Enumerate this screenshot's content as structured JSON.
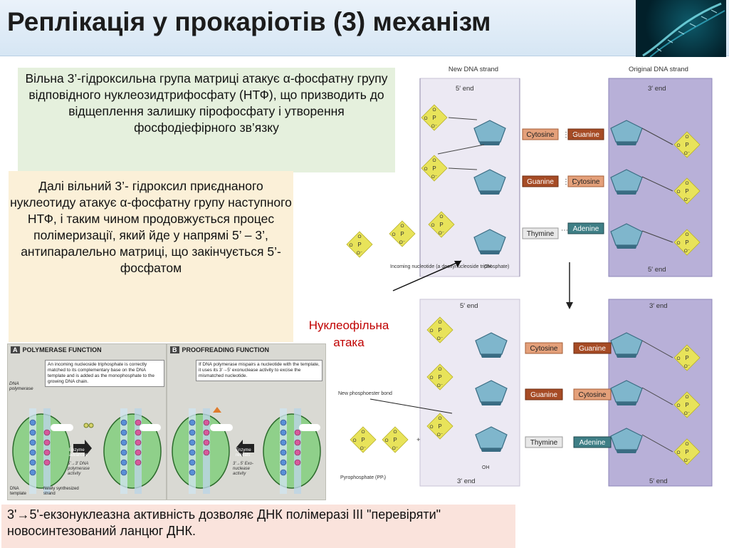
{
  "title": "Реплікація у прокаріотів (3) механізм",
  "text_box_1": "Вільна 3’-гідроксильна група матриці атакує α-фосфатну групу відповідного нуклеозидтрифосфату (НТФ), що призводить до відщеплення залишку пірофосфату і утворення фосфодіефірного зв’язку",
  "text_box_2": "Далі вільний 3’- гідроксил приєднаного нуклеотиду атакує α-фосфатну групу наступного НТФ, і таким чином продовжується процес полімеризації, який йде у напрямі 5’ – 3’, антипаралельно матриці, що закінчується 5’-фосфатом",
  "annotation_nucleophilic": "Нуклеофільна атака",
  "footer": "3'→5'-екзонуклеазна активність дозволяє ДНК полімеразі III \"перевіряти\" новосинтезований ланцюг ДНК.",
  "panels": {
    "a_badge": "A",
    "a_title": "POLYMERASE FUNCTION",
    "a_note": "An incoming nucleoside triphosphate is correctly matched to its complementary base on the DNA template and is added as the monophosphate to the growing DNA chain.",
    "a_polymerase": "DNA polymerase",
    "a_enzyme": "Enzyme advances",
    "a_activity": "5'→3' DNA polymerase activity",
    "a_template": "DNA template",
    "a_newstrand": "Newly synthesized strand",
    "b_badge": "B",
    "b_title": "PROOFREADING FUNCTION",
    "b_note": "If DNA polymerase mispairs a nucleotide with the template, it uses its 3'→5' exonuclease activity to excise the mismatched nucleotide.",
    "b_enzyme": "Enzyme retreats",
    "b_activity": "3'→5' Exo-nuclease activity"
  },
  "diagram": {
    "new_strand": "New DNA strand",
    "original_strand": "Original DNA strand",
    "end5": "5′ end",
    "end3": "3′ end",
    "cytosine": "Cytosine",
    "guanine": "Guanine",
    "thymine": "Thymine",
    "adenine": "Adenine",
    "incoming": "Incoming nucleotide (a deoxynucleoside triphosphate)",
    "new_bond": "New phosphoester bond",
    "pyrophosphate": "Pyrophosphate (PPᵢ)",
    "oh": "OH",
    "plus": "+"
  },
  "colors": {
    "title_bg": "#dbe8f5",
    "box1_bg": "#e5f0dd",
    "box2_bg": "#fbf0d8",
    "box3_bg": "#fae3dc",
    "annotation": "#c00000",
    "phosphate": "#e8e35a",
    "sugar": "#7fb6cc",
    "original_strand_bg": "#b8b0d8",
    "new_strand_bg": "#e8e4f0"
  }
}
